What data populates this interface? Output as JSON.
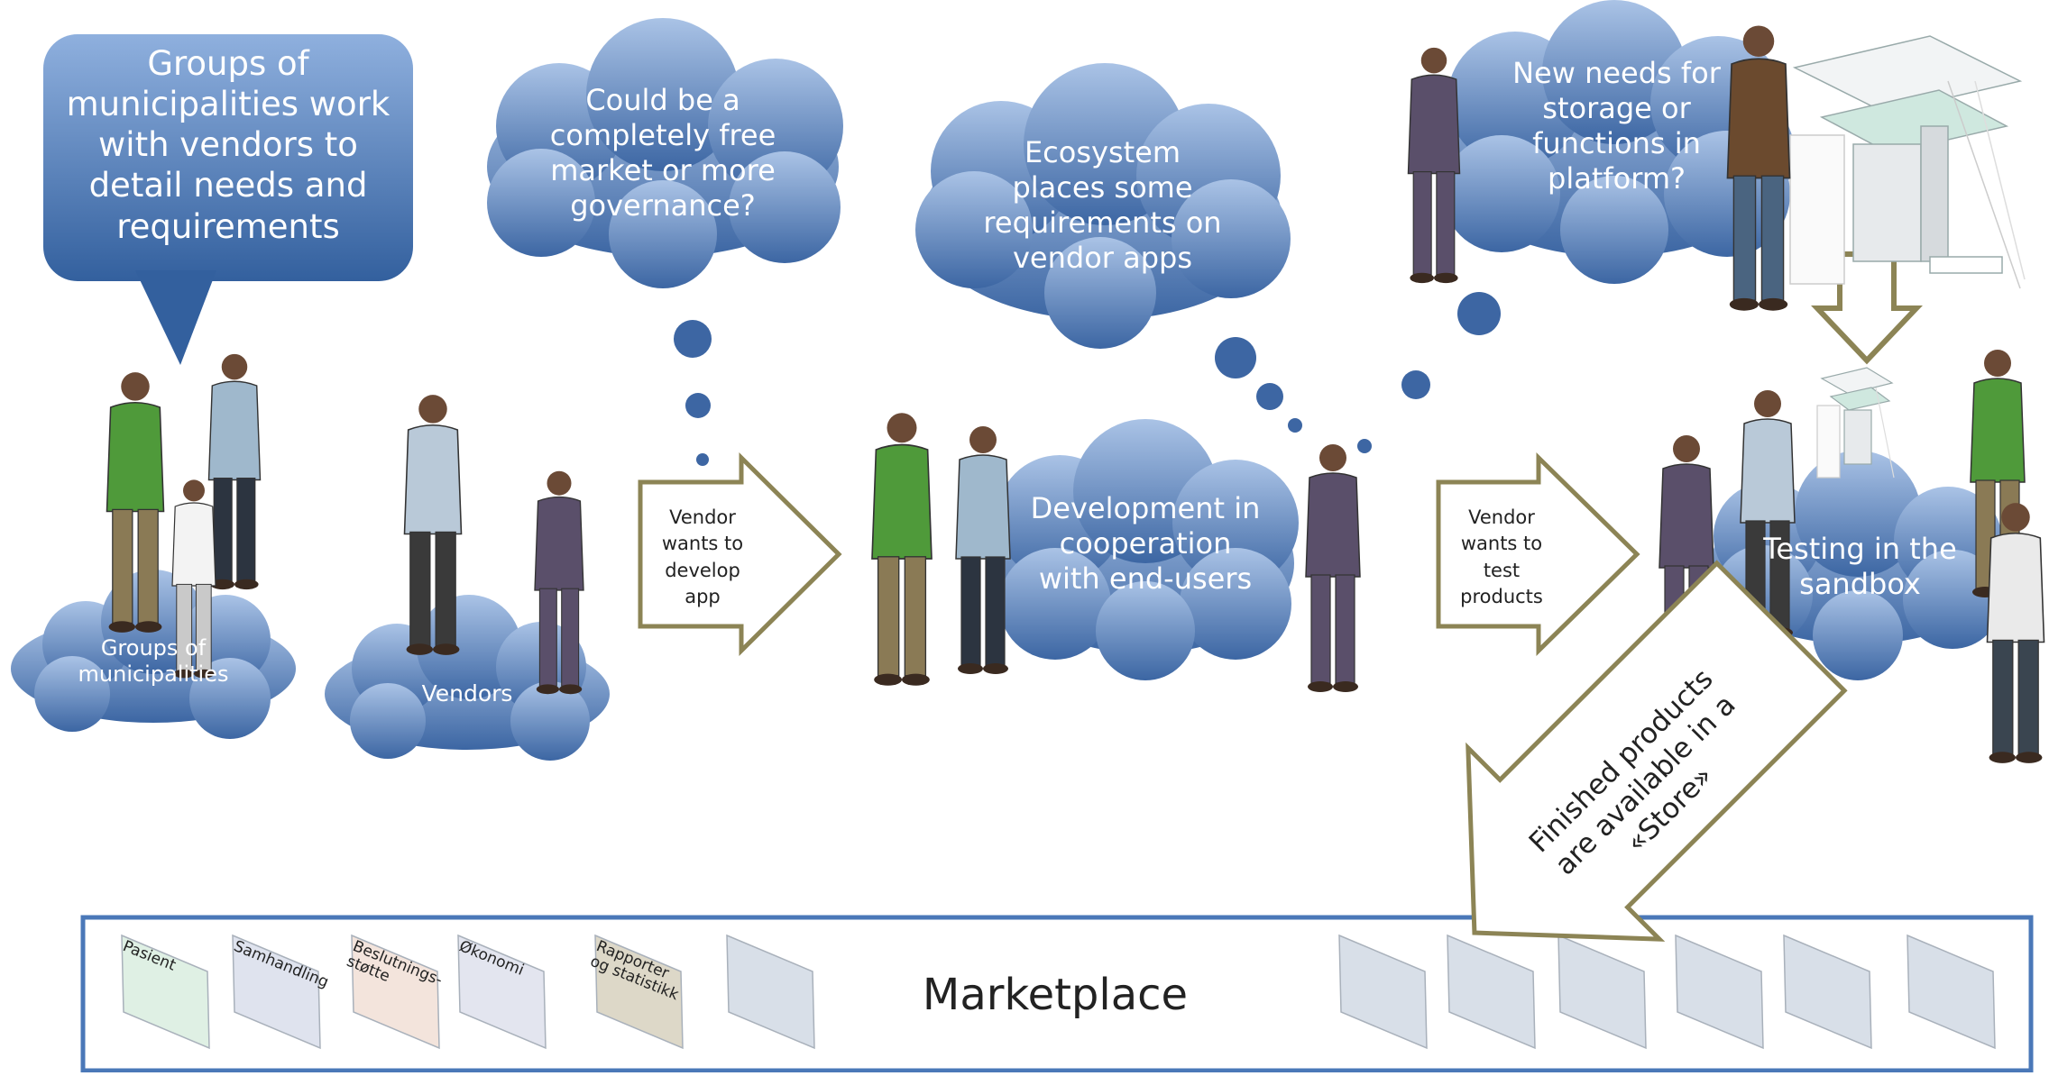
{
  "colors": {
    "bubble_top": "#aac3e6",
    "bubble_bottom": "#3c66a3",
    "arrow_outline": "#8c8455",
    "marketplace_border": "#4a78b8",
    "tile_default": "#d8dfe8"
  },
  "callout": {
    "text": "Groups of municipalities work with vendors to detail needs and requirements"
  },
  "clouds": {
    "groups": "Groups of municipalities",
    "vendors": "Vendors",
    "free_market": "Could be a completely free market or more governance?",
    "ecosystem": "Ecosystem places some requirements on vendor apps",
    "development": "Development in cooperation with end-users",
    "new_needs": "New needs for storage or functions in platform?",
    "testing": "Testing in the sandbox"
  },
  "arrows": {
    "develop": "Vendor wants to develop app",
    "test": "Vendor wants to test products",
    "store": "Finished products are available in a «Store»"
  },
  "marketplace": {
    "title": "Marketplace",
    "tiles": [
      {
        "label": "Pasient",
        "color": "#dff0e4"
      },
      {
        "label": "Samhandling",
        "color": "#dfe3ee"
      },
      {
        "label": "Beslutnings- støtte",
        "color": "#f3e4dc"
      },
      {
        "label": "Økonomi",
        "color": "#e3e5ef"
      },
      {
        "label": "Rapporter og statistikk",
        "color": "#ddd8c8"
      },
      {
        "label": "",
        "color": "#d8dfe8"
      },
      {
        "label": "",
        "color": "#d8dfe8"
      },
      {
        "label": "",
        "color": "#d8dfe8"
      },
      {
        "label": "",
        "color": "#d8dfe8"
      },
      {
        "label": "",
        "color": "#d8dfe8"
      },
      {
        "label": "",
        "color": "#d8dfe8"
      },
      {
        "label": "",
        "color": "#d8dfe8"
      }
    ]
  }
}
